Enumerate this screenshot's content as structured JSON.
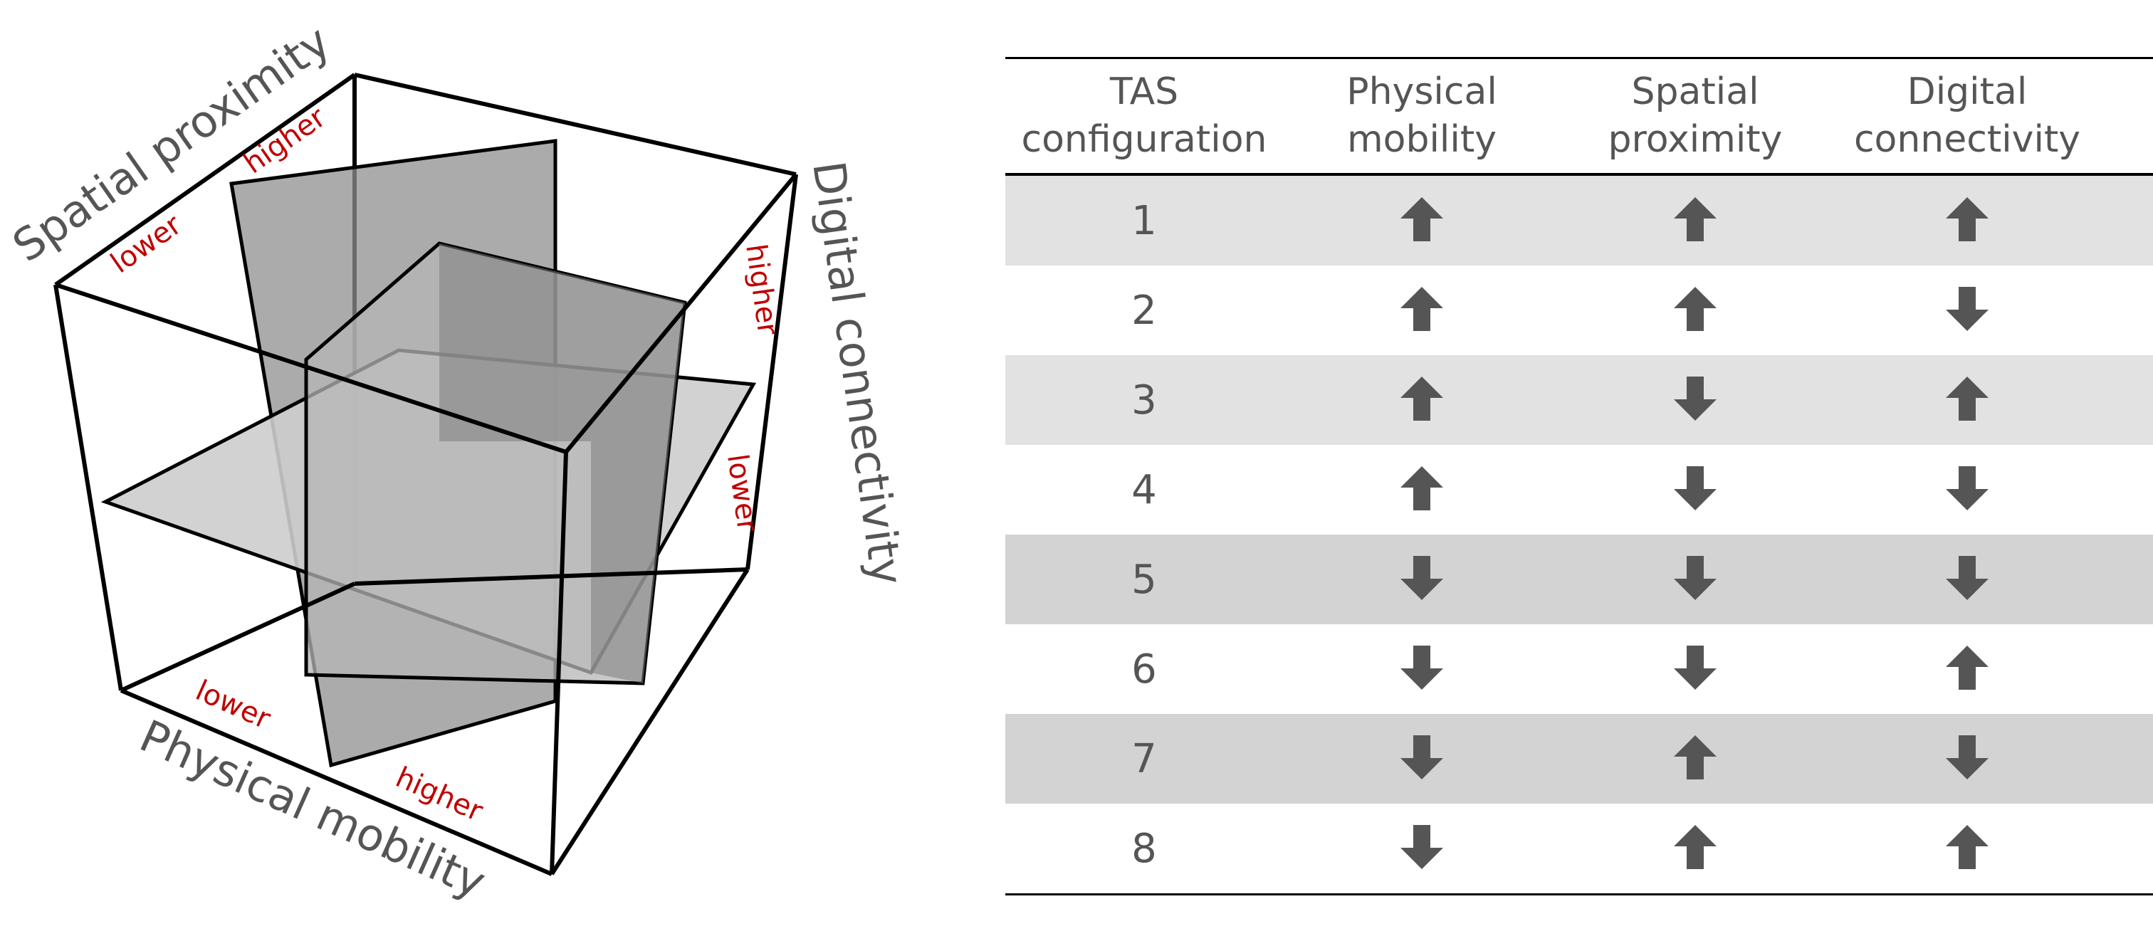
{
  "diagram": {
    "axes": {
      "spatial": {
        "label": "Spatial proximity",
        "low": "lower",
        "high": "higher"
      },
      "digital": {
        "label": "Digital connectivity",
        "low": "lower",
        "high": "higher"
      },
      "physical": {
        "label": "Physical mobility",
        "low": "lower",
        "high": "higher"
      }
    },
    "colors": {
      "axis_text": "#555555",
      "tick_text": "#c00000",
      "plane_dark": "#8a8a8a",
      "plane_light": "#c8c8c8"
    }
  },
  "table": {
    "headers": [
      [
        "TAS",
        "configuration"
      ],
      [
        "Physical",
        "mobility"
      ],
      [
        "Spatial",
        "proximity"
      ],
      [
        "Digital",
        "connectivity"
      ]
    ],
    "rows": [
      {
        "config": "1",
        "physical": "up",
        "spatial": "up",
        "digital": "up",
        "shade": "light"
      },
      {
        "config": "2",
        "physical": "up",
        "spatial": "up",
        "digital": "down",
        "shade": "none"
      },
      {
        "config": "3",
        "physical": "up",
        "spatial": "down",
        "digital": "up",
        "shade": "light"
      },
      {
        "config": "4",
        "physical": "up",
        "spatial": "down",
        "digital": "down",
        "shade": "none"
      },
      {
        "config": "5",
        "physical": "down",
        "spatial": "down",
        "digital": "down",
        "shade": "dark"
      },
      {
        "config": "6",
        "physical": "down",
        "spatial": "down",
        "digital": "up",
        "shade": "none"
      },
      {
        "config": "7",
        "physical": "down",
        "spatial": "up",
        "digital": "down",
        "shade": "dark"
      },
      {
        "config": "8",
        "physical": "down",
        "spatial": "up",
        "digital": "up",
        "shade": "none"
      }
    ],
    "arrow_icons": {
      "up": "arrow-up-icon",
      "down": "arrow-down-icon"
    },
    "arrow_color": "#555555"
  }
}
